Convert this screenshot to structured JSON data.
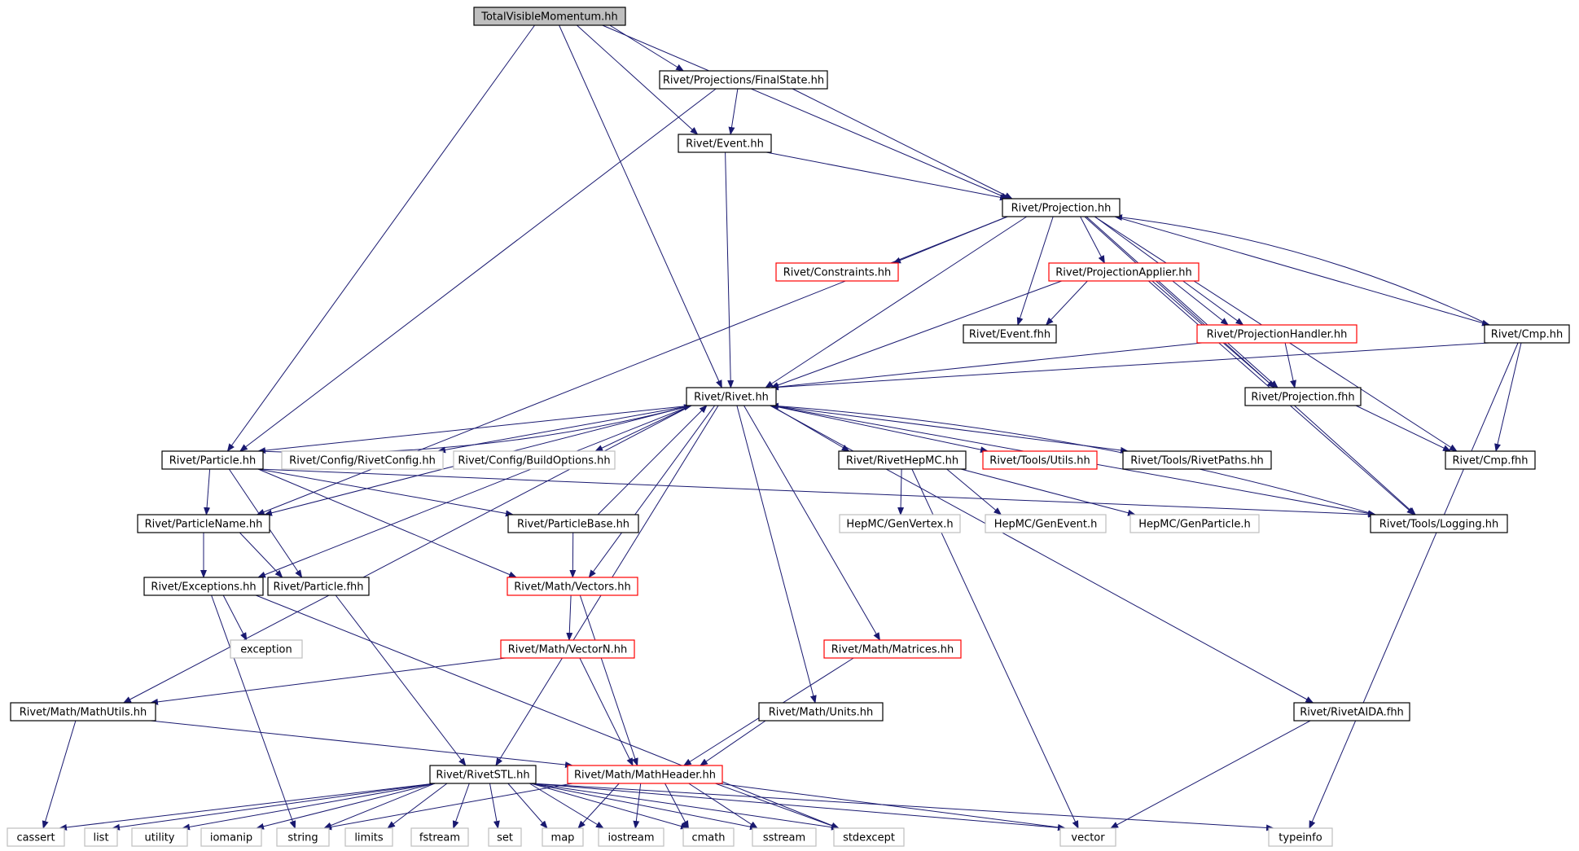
{
  "colors": {
    "edge": "#191970",
    "root_fill": "#bfbfbf",
    "normal_border": "#000000",
    "red_border": "#ff0000",
    "gray_border": "#bfbfbf"
  },
  "nodes": [
    {
      "id": "root",
      "label": "TotalVisibleMomentum.hh",
      "kind": "root"
    },
    {
      "id": "finalstate",
      "label": "Rivet/Projections/FinalState.hh",
      "kind": "normal"
    },
    {
      "id": "event",
      "label": "Rivet/Event.hh",
      "kind": "normal"
    },
    {
      "id": "projection",
      "label": "Rivet/Projection.hh",
      "kind": "normal"
    },
    {
      "id": "constraints",
      "label": "Rivet/Constraints.hh",
      "kind": "red"
    },
    {
      "id": "projapplier",
      "label": "Rivet/ProjectionApplier.hh",
      "kind": "red"
    },
    {
      "id": "eventfhh",
      "label": "Rivet/Event.fhh",
      "kind": "normal"
    },
    {
      "id": "projhandler",
      "label": "Rivet/ProjectionHandler.hh",
      "kind": "red"
    },
    {
      "id": "cmp",
      "label": "Rivet/Cmp.hh",
      "kind": "normal"
    },
    {
      "id": "projfhh",
      "label": "Rivet/Projection.fhh",
      "kind": "normal"
    },
    {
      "id": "rivet",
      "label": "Rivet/Rivet.hh",
      "kind": "normal"
    },
    {
      "id": "particle",
      "label": "Rivet/Particle.hh",
      "kind": "normal"
    },
    {
      "id": "rivetconfig",
      "label": "Rivet/Config/RivetConfig.hh",
      "kind": "gray"
    },
    {
      "id": "buildoptions",
      "label": "Rivet/Config/BuildOptions.hh",
      "kind": "gray"
    },
    {
      "id": "rivethepmc",
      "label": "Rivet/RivetHepMC.hh",
      "kind": "normal"
    },
    {
      "id": "toolsutils",
      "label": "Rivet/Tools/Utils.hh",
      "kind": "red"
    },
    {
      "id": "rivetpaths",
      "label": "Rivet/Tools/RivetPaths.hh",
      "kind": "normal"
    },
    {
      "id": "cmpfhh",
      "label": "Rivet/Cmp.fhh",
      "kind": "normal"
    },
    {
      "id": "particlename",
      "label": "Rivet/ParticleName.hh",
      "kind": "normal"
    },
    {
      "id": "particlebase",
      "label": "Rivet/ParticleBase.hh",
      "kind": "normal"
    },
    {
      "id": "genvertex",
      "label": "HepMC/GenVertex.h",
      "kind": "gray"
    },
    {
      "id": "genevent",
      "label": "HepMC/GenEvent.h",
      "kind": "gray"
    },
    {
      "id": "genparticle",
      "label": "HepMC/GenParticle.h",
      "kind": "gray"
    },
    {
      "id": "logging",
      "label": "Rivet/Tools/Logging.hh",
      "kind": "normal"
    },
    {
      "id": "exceptions",
      "label": "Rivet/Exceptions.hh",
      "kind": "normal"
    },
    {
      "id": "particlefhh",
      "label": "Rivet/Particle.fhh",
      "kind": "normal"
    },
    {
      "id": "vectors",
      "label": "Rivet/Math/Vectors.hh",
      "kind": "red"
    },
    {
      "id": "exception",
      "label": "exception",
      "kind": "gray"
    },
    {
      "id": "vectorn",
      "label": "Rivet/Math/VectorN.hh",
      "kind": "red"
    },
    {
      "id": "matrices",
      "label": "Rivet/Math/Matrices.hh",
      "kind": "red"
    },
    {
      "id": "mathutils",
      "label": "Rivet/Math/MathUtils.hh",
      "kind": "normal"
    },
    {
      "id": "units",
      "label": "Rivet/Math/Units.hh",
      "kind": "normal"
    },
    {
      "id": "rivetaida",
      "label": "Rivet/RivetAIDA.fhh",
      "kind": "normal"
    },
    {
      "id": "rivetstl",
      "label": "Rivet/RivetSTL.hh",
      "kind": "normal"
    },
    {
      "id": "mathheader",
      "label": "Rivet/Math/MathHeader.hh",
      "kind": "red"
    },
    {
      "id": "cassert",
      "label": "cassert",
      "kind": "gray"
    },
    {
      "id": "list",
      "label": "list",
      "kind": "gray"
    },
    {
      "id": "utility",
      "label": "utility",
      "kind": "gray"
    },
    {
      "id": "iomanip",
      "label": "iomanip",
      "kind": "gray"
    },
    {
      "id": "string",
      "label": "string",
      "kind": "gray"
    },
    {
      "id": "limits",
      "label": "limits",
      "kind": "gray"
    },
    {
      "id": "fstream",
      "label": "fstream",
      "kind": "gray"
    },
    {
      "id": "set",
      "label": "set",
      "kind": "gray"
    },
    {
      "id": "map",
      "label": "map",
      "kind": "gray"
    },
    {
      "id": "iostream",
      "label": "iostream",
      "kind": "gray"
    },
    {
      "id": "cmath",
      "label": "cmath",
      "kind": "gray"
    },
    {
      "id": "sstream",
      "label": "sstream",
      "kind": "gray"
    },
    {
      "id": "stdexcept",
      "label": "stdexcept",
      "kind": "gray"
    },
    {
      "id": "vector",
      "label": "vector",
      "kind": "gray"
    },
    {
      "id": "typeinfo",
      "label": "typeinfo",
      "kind": "gray"
    }
  ],
  "edges": [
    [
      "root",
      "finalstate"
    ],
    [
      "root",
      "event"
    ],
    [
      "root",
      "projection"
    ],
    [
      "root",
      "rivet"
    ],
    [
      "root",
      "particle"
    ],
    [
      "finalstate",
      "event"
    ],
    [
      "finalstate",
      "projection"
    ],
    [
      "finalstate",
      "particle"
    ],
    [
      "event",
      "projection"
    ],
    [
      "event",
      "rivet"
    ],
    [
      "projection",
      "constraints"
    ],
    [
      "projection",
      "projapplier"
    ],
    [
      "projection",
      "eventfhh"
    ],
    [
      "projection",
      "projhandler"
    ],
    [
      "projection",
      "cmp"
    ],
    [
      "projection",
      "projfhh"
    ],
    [
      "projection",
      "rivet"
    ],
    [
      "projection",
      "cmpfhh"
    ],
    [
      "projection",
      "logging"
    ],
    [
      "projection",
      "particlename"
    ],
    [
      "projapplier",
      "eventfhh"
    ],
    [
      "projapplier",
      "projhandler"
    ],
    [
      "projapplier",
      "projfhh"
    ],
    [
      "projapplier",
      "rivet"
    ],
    [
      "projapplier",
      "logging"
    ],
    [
      "projhandler",
      "projfhh"
    ],
    [
      "projhandler",
      "rivet"
    ],
    [
      "cmp",
      "projection"
    ],
    [
      "cmp",
      "cmpfhh"
    ],
    [
      "cmp",
      "rivet"
    ],
    [
      "cmp",
      "typeinfo"
    ],
    [
      "projfhh",
      "cmpfhh"
    ],
    [
      "rivet",
      "particle"
    ],
    [
      "rivet",
      "rivetconfig"
    ],
    [
      "rivet",
      "buildoptions"
    ],
    [
      "rivet",
      "rivethepmc"
    ],
    [
      "rivet",
      "toolsutils"
    ],
    [
      "rivet",
      "rivetpaths"
    ],
    [
      "rivet",
      "logging"
    ],
    [
      "rivet",
      "particlename"
    ],
    [
      "rivet",
      "exceptions"
    ],
    [
      "rivet",
      "vectors"
    ],
    [
      "rivet",
      "matrices"
    ],
    [
      "rivet",
      "mathutils"
    ],
    [
      "rivet",
      "units"
    ],
    [
      "rivet",
      "rivetaida"
    ],
    [
      "rivet",
      "rivetstl"
    ],
    [
      "particle",
      "particlename"
    ],
    [
      "particle",
      "particlebase"
    ],
    [
      "particle",
      "particlefhh"
    ],
    [
      "particle",
      "vectors"
    ],
    [
      "particle",
      "logging"
    ],
    [
      "particle",
      "rivet"
    ],
    [
      "rivethepmc",
      "genvertex"
    ],
    [
      "rivethepmc",
      "genevent"
    ],
    [
      "rivethepmc",
      "genparticle"
    ],
    [
      "rivethepmc",
      "vector"
    ],
    [
      "particlename",
      "exceptions"
    ],
    [
      "particlename",
      "particlefhh"
    ],
    [
      "particlebase",
      "vectors"
    ],
    [
      "particlebase",
      "rivet"
    ],
    [
      "logging",
      "rivet"
    ],
    [
      "exceptions",
      "exception"
    ],
    [
      "exceptions",
      "string"
    ],
    [
      "exceptions",
      "stdexcept"
    ],
    [
      "particlefhh",
      "rivetstl"
    ],
    [
      "vectors",
      "vectorn"
    ],
    [
      "vectors",
      "mathheader"
    ],
    [
      "vectorn",
      "mathutils"
    ],
    [
      "vectorn",
      "mathheader"
    ],
    [
      "matrices",
      "mathheader"
    ],
    [
      "mathutils",
      "mathheader"
    ],
    [
      "mathutils",
      "cassert"
    ],
    [
      "units",
      "mathheader"
    ],
    [
      "rivetaida",
      "vector"
    ],
    [
      "rivetstl",
      "cassert"
    ],
    [
      "rivetstl",
      "list"
    ],
    [
      "rivetstl",
      "utility"
    ],
    [
      "rivetstl",
      "iomanip"
    ],
    [
      "rivetstl",
      "string"
    ],
    [
      "rivetstl",
      "limits"
    ],
    [
      "rivetstl",
      "fstream"
    ],
    [
      "rivetstl",
      "set"
    ],
    [
      "rivetstl",
      "map"
    ],
    [
      "rivetstl",
      "iostream"
    ],
    [
      "rivetstl",
      "cmath"
    ],
    [
      "rivetstl",
      "sstream"
    ],
    [
      "rivetstl",
      "stdexcept"
    ],
    [
      "rivetstl",
      "vector"
    ],
    [
      "rivetstl",
      "typeinfo"
    ],
    [
      "mathheader",
      "string"
    ],
    [
      "mathheader",
      "map"
    ],
    [
      "mathheader",
      "iostream"
    ],
    [
      "mathheader",
      "cmath"
    ],
    [
      "mathheader",
      "sstream"
    ],
    [
      "mathheader",
      "stdexcept"
    ],
    [
      "mathheader",
      "vector"
    ]
  ]
}
